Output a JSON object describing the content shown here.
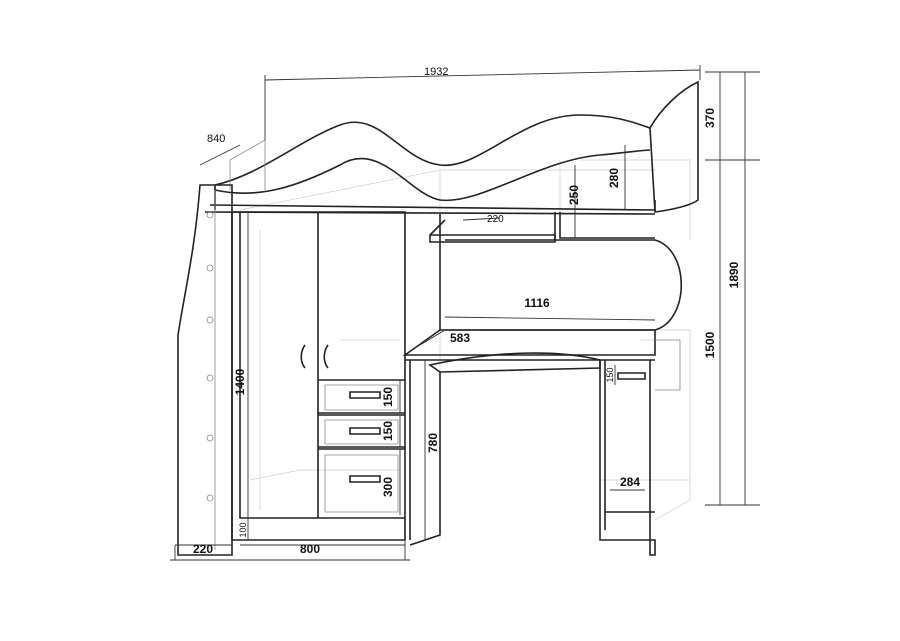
{
  "title": "Loft bed with wardrobe and desk — dimension drawing",
  "units": "mm",
  "dimensions": {
    "overall_length": "1932",
    "depth": "840",
    "headboard_height": "370",
    "bed_clearance": "280",
    "shelf_height": "250",
    "shelf_depth": "220",
    "overall_height": "1890",
    "under_bed_width": "1116",
    "bed_height": "1500",
    "desk_depth": "583",
    "wardrobe_door_height": "1400",
    "drawer_1": "150",
    "drawer_2": "150",
    "desk_drawer": "150",
    "desk_height": "780",
    "drawer_3": "300",
    "desk_shelf": "284",
    "plinth": "100",
    "ladder_width": "220",
    "wardrobe_width": "800"
  }
}
